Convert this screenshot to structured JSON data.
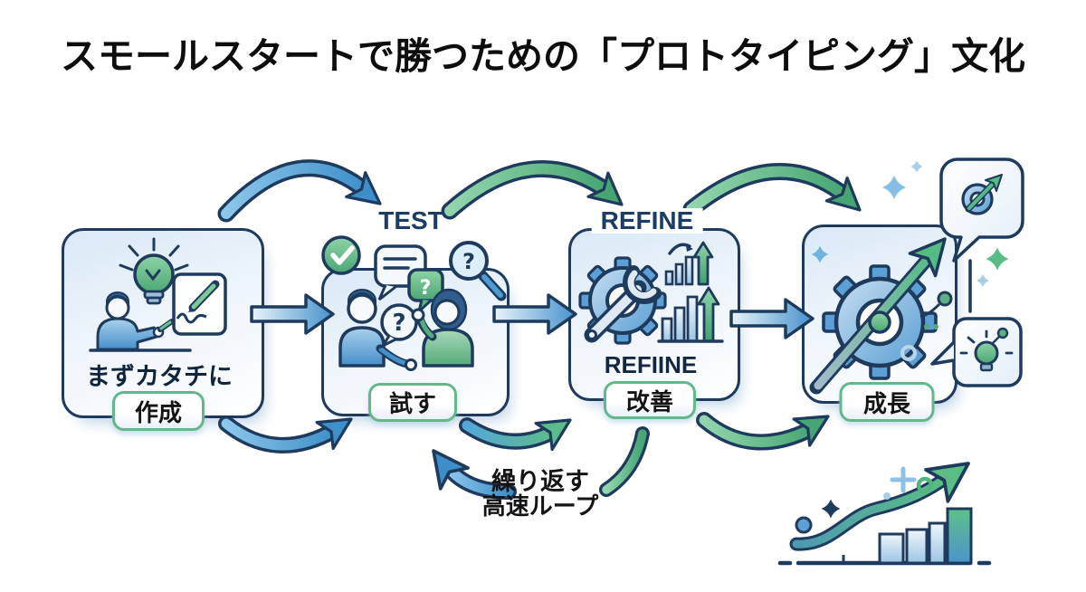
{
  "title": "スモールスタートで勝つための「プロトタイピング」文化",
  "stages": [
    {
      "caption": "まずカタチに",
      "badge": "作成"
    },
    {
      "top_label": "TEST",
      "badge": "試す"
    },
    {
      "top_label": "REFINE",
      "inner_label": "REFIINE",
      "badge": "改善"
    },
    {
      "badge": "成長"
    }
  ],
  "loop_note": {
    "line1": "繰り返す",
    "line2": "高速ループ"
  },
  "glyphs": {
    "question": "?"
  },
  "colors": {
    "outline_navy": "#1e3a5c",
    "arrow_blue": "#3e8fc9",
    "arrow_green": "#4fae7c",
    "badge_border_green": "#62b88b",
    "label_navy": "#1d3c63"
  }
}
